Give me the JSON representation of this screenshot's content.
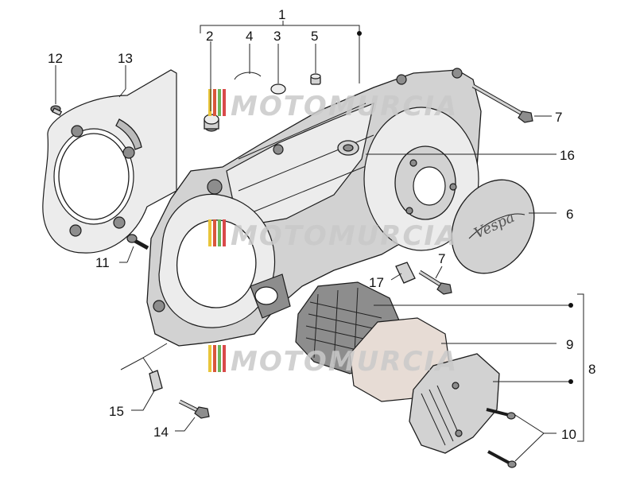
{
  "watermark": {
    "text": "MOTOMURCIA",
    "stripe_colors": [
      "#e9c53a",
      "#d9563b",
      "#6cb55a",
      "#d94a4a"
    ],
    "text_color": "#c9c9c9"
  },
  "cover_logo": "Vespa",
  "callouts": {
    "c1": "1",
    "c2": "2",
    "c3": "3",
    "c4": "4",
    "c5": "5",
    "c6": "6",
    "c7a": "7",
    "c7b": "7",
    "c8": "8",
    "c9": "9",
    "c10": "10",
    "c11": "11",
    "c12": "12",
    "c13": "13",
    "c14": "14",
    "c15": "15",
    "c16": "16",
    "c17": "17"
  }
}
